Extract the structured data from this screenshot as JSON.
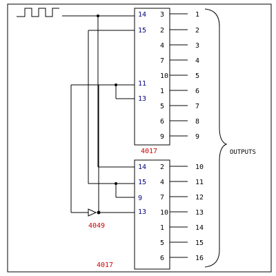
{
  "chip1": {
    "part": "4017",
    "left_pins": [
      "14",
      "15",
      "11",
      "13"
    ],
    "right_pins": [
      "3",
      "2",
      "4",
      "7",
      "10",
      "1",
      "5",
      "6",
      "9"
    ]
  },
  "chip2": {
    "part": "4017",
    "left_pins": [
      "14",
      "15",
      "9",
      "13"
    ],
    "right_pins": [
      "2",
      "4",
      "7",
      "10",
      "1",
      "5",
      "6"
    ]
  },
  "inverter": {
    "part": "4049"
  },
  "outputs": [
    "1",
    "2",
    "3",
    "4",
    "5",
    "6",
    "7",
    "8",
    "9",
    "10",
    "11",
    "12",
    "13",
    "14",
    "15",
    "16"
  ],
  "brace_label": "OUTPUTS"
}
